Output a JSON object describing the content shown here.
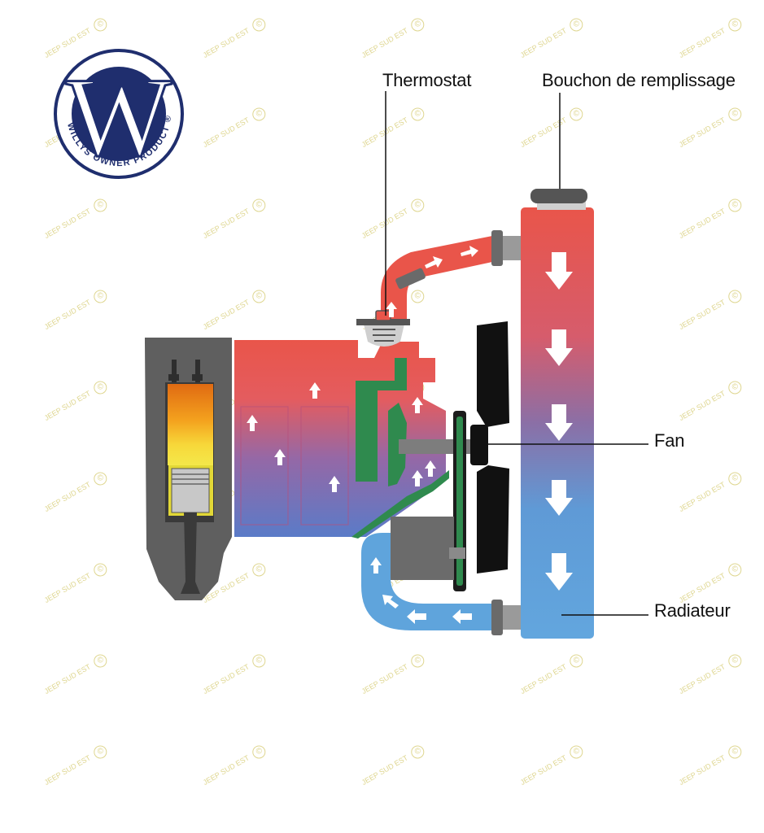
{
  "labels": {
    "thermostat": "Thermostat",
    "filler_cap": "Bouchon de remplissage",
    "fan": "Fan",
    "radiator": "Radiateur"
  },
  "logo": {
    "letter": "W",
    "ring_text": "WILLYS OWNER PRODUCT ®"
  },
  "watermark": {
    "text": "JEEP SUD EST",
    "symbol": "©"
  },
  "colors": {
    "hot": "#e9554a",
    "cold": "#5fa4dc",
    "engine_block": "#5f5f5f",
    "gasket": "#2f8a4e",
    "logo_blue": "#1f2e6e"
  }
}
